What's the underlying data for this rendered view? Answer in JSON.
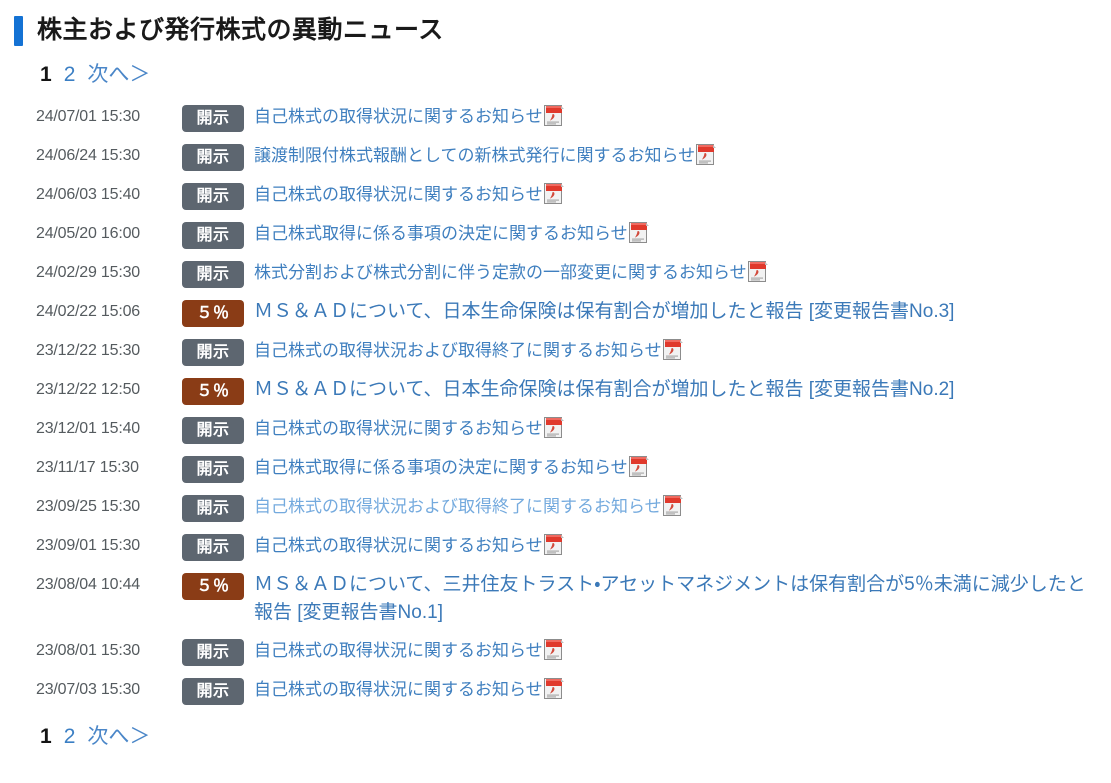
{
  "header": {
    "title": "株主および発行株式の異動ニュース",
    "accent_color": "#1472d4"
  },
  "pagination": {
    "current_page": "1",
    "next_page": "2",
    "next_label": "次へ＞"
  },
  "badges": {
    "kaiji_label": "開示",
    "kaiji_color": "#5d6670",
    "pct5_label": "５％",
    "pct5_color": "#8a3c16"
  },
  "icons": {
    "pdf": "pdf-icon"
  },
  "news": {
    "rows": [
      {
        "date": "24/07/01 15:30",
        "badge": "開示",
        "badge_type": "kaiji",
        "title": "自己株式の取得状況に関するお知らせ",
        "has_pdf": true,
        "style": "normal"
      },
      {
        "date": "24/06/24 15:30",
        "badge": "開示",
        "badge_type": "kaiji",
        "title": "譲渡制限付株式報酬としての新株式発行に関するお知らせ",
        "has_pdf": true,
        "style": "normal"
      },
      {
        "date": "24/06/03 15:40",
        "badge": "開示",
        "badge_type": "kaiji",
        "title": "自己株式の取得状況に関するお知らせ",
        "has_pdf": true,
        "style": "normal"
      },
      {
        "date": "24/05/20 16:00",
        "badge": "開示",
        "badge_type": "kaiji",
        "title": "自己株式取得に係る事項の決定に関するお知らせ",
        "has_pdf": true,
        "style": "normal"
      },
      {
        "date": "24/02/29 15:30",
        "badge": "開示",
        "badge_type": "kaiji",
        "title": "株式分割および株式分割に伴う定款の一部変更に関するお知らせ",
        "has_pdf": true,
        "style": "normal"
      },
      {
        "date": "24/02/22 15:06",
        "badge": "５％",
        "badge_type": "pct5",
        "title": "ＭＳ＆ＡＤについて、日本生命保険は保有割合が増加したと報告 [変更報告書No.3]",
        "has_pdf": false,
        "style": "big"
      },
      {
        "date": "23/12/22 15:30",
        "badge": "開示",
        "badge_type": "kaiji",
        "title": "自己株式の取得状況および取得終了に関するお知らせ",
        "has_pdf": true,
        "style": "normal"
      },
      {
        "date": "23/12/22 12:50",
        "badge": "５％",
        "badge_type": "pct5",
        "title": "ＭＳ＆ＡＤについて、日本生命保険は保有割合が増加したと報告 [変更報告書No.2]",
        "has_pdf": false,
        "style": "big"
      },
      {
        "date": "23/12/01 15:40",
        "badge": "開示",
        "badge_type": "kaiji",
        "title": "自己株式の取得状況に関するお知らせ",
        "has_pdf": true,
        "style": "normal"
      },
      {
        "date": "23/11/17 15:30",
        "badge": "開示",
        "badge_type": "kaiji",
        "title": "自己株式取得に係る事項の決定に関するお知らせ",
        "has_pdf": true,
        "style": "normal"
      },
      {
        "date": "23/09/25 15:30",
        "badge": "開示",
        "badge_type": "kaiji",
        "title": "自己株式の取得状況および取得終了に関するお知らせ",
        "has_pdf": true,
        "style": "dim"
      },
      {
        "date": "23/09/01 15:30",
        "badge": "開示",
        "badge_type": "kaiji",
        "title": "自己株式の取得状況に関するお知らせ",
        "has_pdf": true,
        "style": "normal"
      },
      {
        "date": "23/08/04 10:44",
        "badge": "５％",
        "badge_type": "pct5",
        "title": "ＭＳ＆ＡＤについて、三井住友トラスト・アセットマネジメントは保有割合が5％未満に減少したと報告 [変更報告書No.1]",
        "has_pdf": false,
        "style": "big"
      },
      {
        "date": "23/08/01 15:30",
        "badge": "開示",
        "badge_type": "kaiji",
        "title": "自己株式の取得状況に関するお知らせ",
        "has_pdf": true,
        "style": "normal"
      },
      {
        "date": "23/07/03 15:30",
        "badge": "開示",
        "badge_type": "kaiji",
        "title": "自己株式の取得状況に関するお知らせ",
        "has_pdf": true,
        "style": "normal"
      }
    ]
  }
}
